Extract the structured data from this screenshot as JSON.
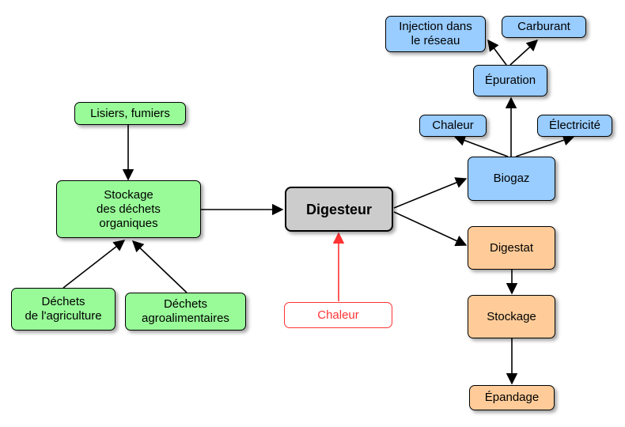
{
  "nodes": {
    "lisiers": "Lisiers, fumiers",
    "stockage_dechets": "Stockage\ndes déchets\norganiques",
    "dechets_agriculture": "Déchets\nde l'agriculture",
    "dechets_agroalimentaires": "Déchets\nagroalimentaires",
    "digesteur": "Digesteur",
    "chaleur_input": "Chaleur",
    "biogaz": "Biogaz",
    "chaleur_output": "Chaleur",
    "electricite": "Électricité",
    "epuration": "Épuration",
    "injection": "Injection dans\nle réseau",
    "carburant": "Carburant",
    "digestat": "Digestat",
    "stockage_digestat": "Stockage",
    "epandage": "Épandage"
  },
  "colors": {
    "input": "#98fb98",
    "biogas": "#99ccff",
    "digestate": "#ffcc99",
    "digester": "#cccccc",
    "heat": "#ff3333"
  }
}
